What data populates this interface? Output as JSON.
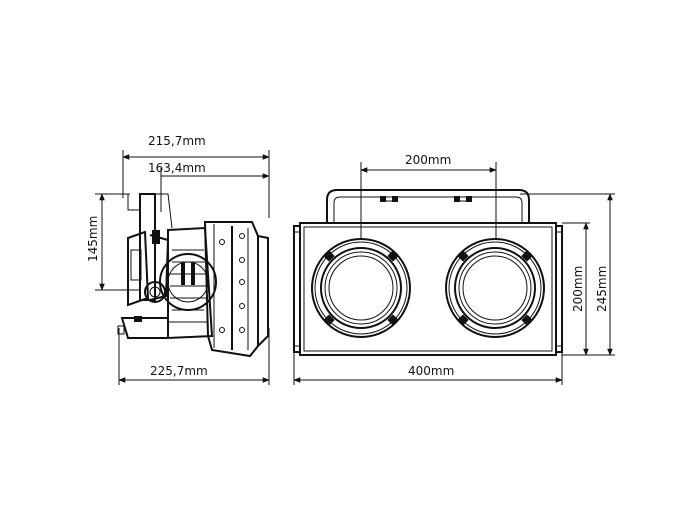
{
  "dimensions": {
    "side_total_width": "215,7mm",
    "side_bracket_width": "163,4mm",
    "side_height": "145mm",
    "side_depth": "225,7mm",
    "front_lens_spacing": "200mm",
    "front_body_height": "200mm",
    "front_total_height": "245mm",
    "front_width": "400mm"
  },
  "colors": {
    "line": "#111111",
    "background": "#ffffff"
  }
}
